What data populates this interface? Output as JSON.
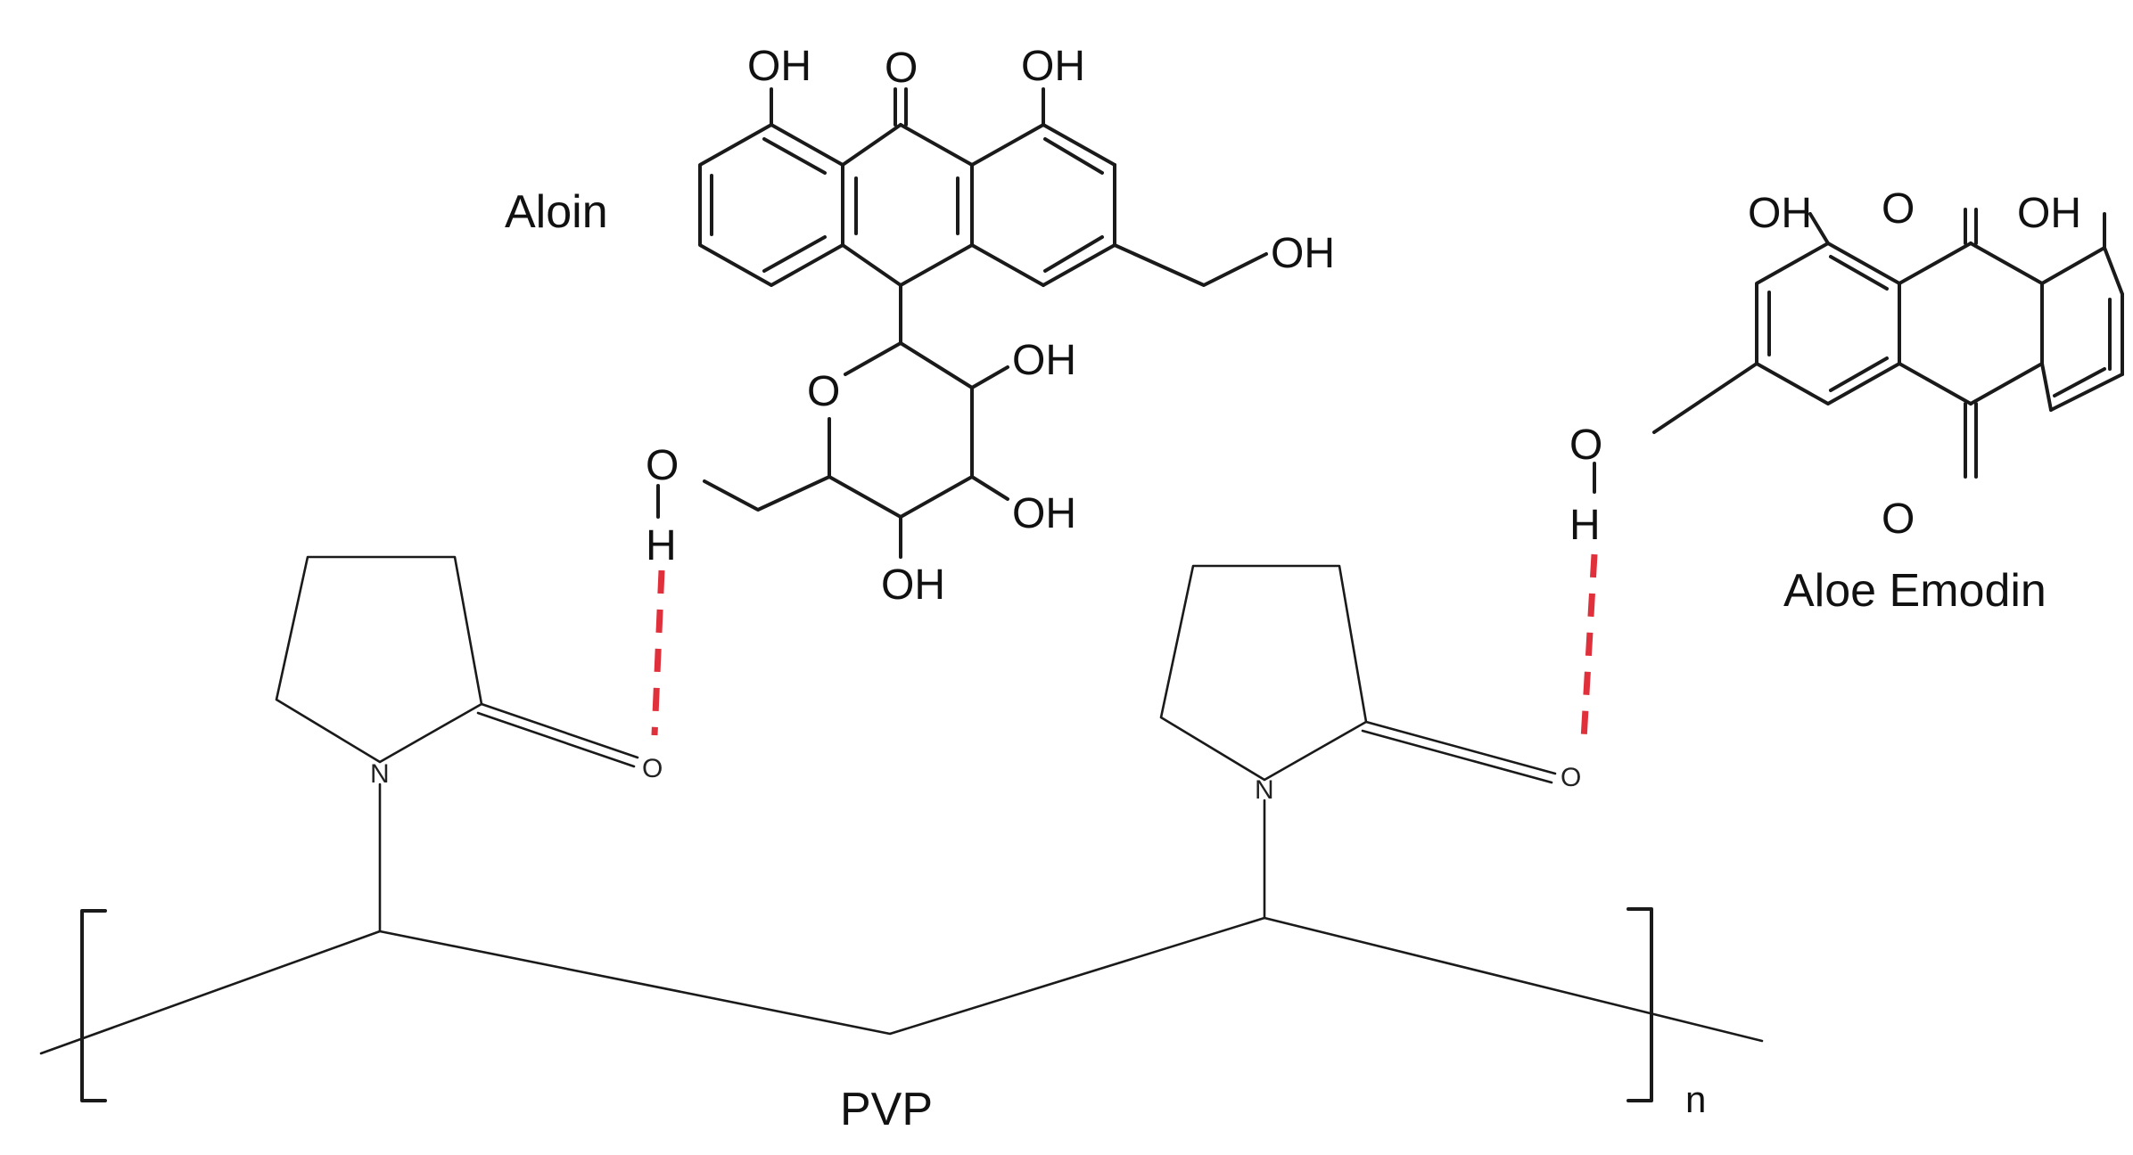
{
  "labels": {
    "aloin": "Aloin",
    "aloe_emodin": "Aloe Emodin",
    "pvp": "PVP",
    "repeat_n": "n"
  },
  "atoms": {
    "oh": "OH",
    "o": "O",
    "h": "H",
    "n": "N"
  },
  "colors": {
    "bond": "#1a1a1a",
    "hydrogen_bond": "#e0303b",
    "background": "#ffffff"
  }
}
